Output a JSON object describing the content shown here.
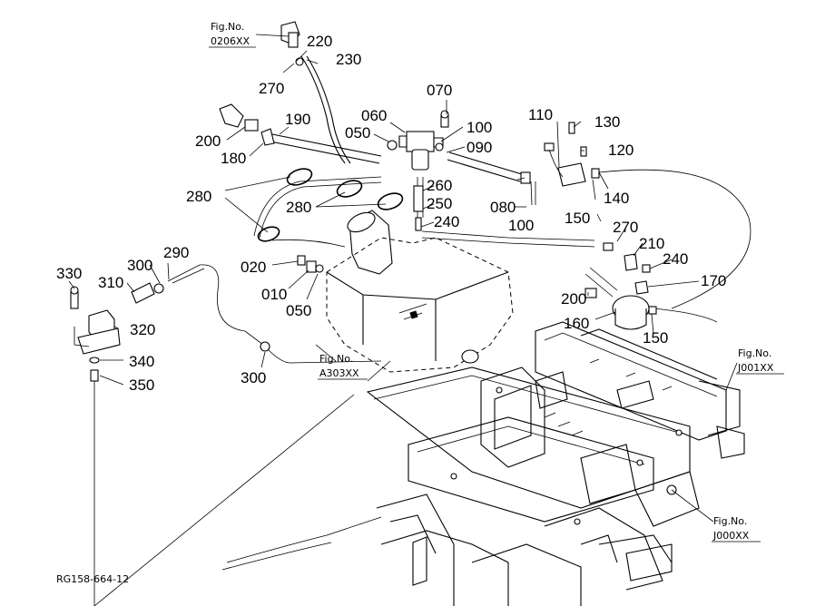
{
  "document_code": "RG158-664-12",
  "references": [
    {
      "id": "ref-0206",
      "line1": "Fig.No.",
      "line2": "0206XX"
    },
    {
      "id": "ref-a303",
      "line1": "Fig.No.",
      "line2": "A303XX"
    },
    {
      "id": "ref-j001",
      "line1": "Fig.No.",
      "line2": "J001XX"
    },
    {
      "id": "ref-j000",
      "line1": "Fig.No.",
      "line2": "J000XX"
    }
  ],
  "parts": [
    {
      "id": "p220",
      "label": "220"
    },
    {
      "id": "p230",
      "label": "230"
    },
    {
      "id": "p270a",
      "label": "270"
    },
    {
      "id": "p070",
      "label": "070"
    },
    {
      "id": "p190",
      "label": "190"
    },
    {
      "id": "p060",
      "label": "060"
    },
    {
      "id": "p100a",
      "label": "100"
    },
    {
      "id": "p050a",
      "label": "050"
    },
    {
      "id": "p090",
      "label": "090"
    },
    {
      "id": "p200a",
      "label": "200"
    },
    {
      "id": "p180",
      "label": "180"
    },
    {
      "id": "p110",
      "label": "110"
    },
    {
      "id": "p130",
      "label": "130"
    },
    {
      "id": "p120",
      "label": "120"
    },
    {
      "id": "p260",
      "label": "260"
    },
    {
      "id": "p080",
      "label": "080"
    },
    {
      "id": "p140",
      "label": "140"
    },
    {
      "id": "p280a",
      "label": "280"
    },
    {
      "id": "p280b",
      "label": "280"
    },
    {
      "id": "p250",
      "label": "250"
    },
    {
      "id": "p240a",
      "label": "240"
    },
    {
      "id": "p100b",
      "label": "100"
    },
    {
      "id": "p150a",
      "label": "150"
    },
    {
      "id": "p270b",
      "label": "270"
    },
    {
      "id": "p210",
      "label": "210"
    },
    {
      "id": "p240b",
      "label": "240"
    },
    {
      "id": "p290",
      "label": "290"
    },
    {
      "id": "p020",
      "label": "020"
    },
    {
      "id": "p330",
      "label": "330"
    },
    {
      "id": "p300a",
      "label": "300"
    },
    {
      "id": "p310",
      "label": "310"
    },
    {
      "id": "p170",
      "label": "170"
    },
    {
      "id": "p010",
      "label": "010"
    },
    {
      "id": "p050b",
      "label": "050"
    },
    {
      "id": "p200b",
      "label": "200"
    },
    {
      "id": "p320",
      "label": "320"
    },
    {
      "id": "p160",
      "label": "160"
    },
    {
      "id": "p150b",
      "label": "150"
    },
    {
      "id": "p340",
      "label": "340"
    },
    {
      "id": "p300b",
      "label": "300"
    },
    {
      "id": "p350",
      "label": "350"
    }
  ]
}
